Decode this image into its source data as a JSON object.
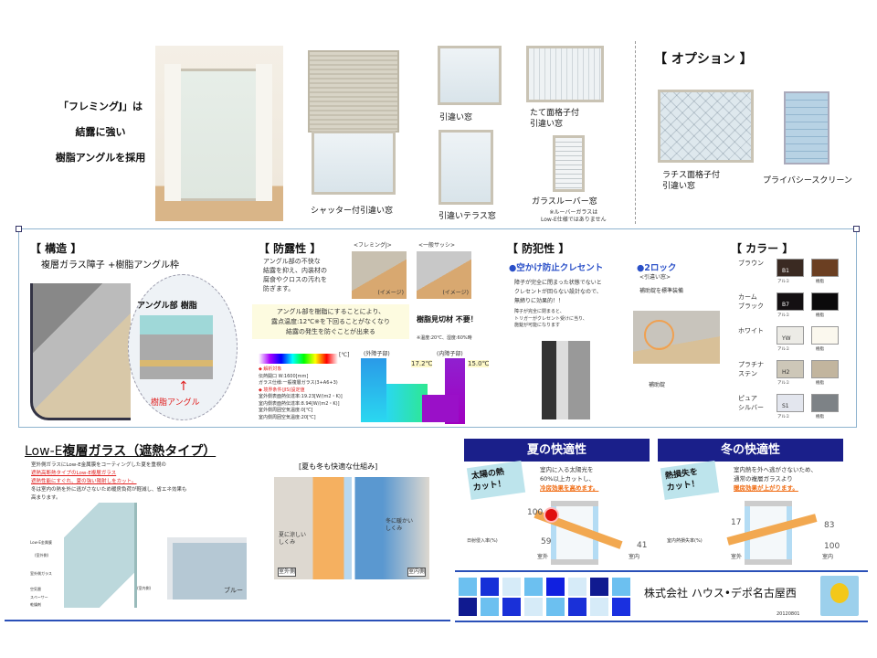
{
  "top": {
    "headline": [
      "「フレミングJ」は",
      "結露に強い",
      "樹脂アングルを採用"
    ],
    "products": [
      {
        "caption": "シャッター付引違い窓"
      },
      {
        "caption": "引違い窓"
      },
      {
        "lines": [
          "たて面格子付",
          "引違い窓"
        ]
      },
      {
        "caption": "引違いテラス窓"
      },
      {
        "caption": "ガラスルーバー窓",
        "note": [
          "※ルーバーガラスは",
          "Low-E仕様ではありません"
        ]
      }
    ],
    "options": {
      "title": "【 オプション 】",
      "items": [
        {
          "lines": [
            "ラチス面格子付",
            "引違い窓"
          ]
        },
        {
          "lines": [
            "プライバシースクリーン"
          ]
        }
      ]
    }
  },
  "structure": {
    "title": "【 構造 】",
    "subtitle": "複層ガラス障子 +樹脂アングル枠",
    "callout": "アングル部 樹脂",
    "arrow_label": "樹脂アングル"
  },
  "condensation": {
    "title": "【 防露性 】",
    "text": [
      "アングル部の不快な",
      "結露を抑え、内装材の",
      "腐食やクロスの汚れを",
      "防ぎます。"
    ],
    "compare": [
      {
        "label": "<フレミングJ>",
        "tag": "(イメージ)"
      },
      {
        "label": "<一般サッシ>",
        "tag": "(イメージ)"
      }
    ],
    "highlight": [
      "アングル部を樹脂にすることにより、",
      "露点温度:12℃※を下回ることがなくなり",
      "結露の発生を防ぐことが出来る"
    ],
    "no_need": "樹脂見切材 不要！",
    "note": "※温度:20℃、湿度:60%時",
    "scale_unit": "[℃]",
    "legend": [
      "◆ 解析対象",
      "伝熱開口 W:1600[mm]",
      "ガラス仕様:一般複層ガラス(3+A6+3)",
      "◆ 境界条件(JIS)設定値",
      "室外側表面熱伝達率:19.23[W/(m2・K)]",
      "室内側表面熱伝達率:8.94[W/(m2・K)]",
      "室外側周囲空気温度:0[℃]",
      "室内側周囲空気温度:20[℃]"
    ],
    "outer_label": "(外障子部)",
    "inner_label": "(内障子部)",
    "outer_temp": "17.2℃",
    "inner_temp": "15.0℃"
  },
  "security": {
    "title": "【 防犯性 】",
    "crescent_title": "●空かけ防止クレセント",
    "crescent_text": [
      "障子が完全に閉まった状態でないと",
      "クレセントが回らない設計なので、",
      "無締りに効果的！！"
    ],
    "crescent_sub": [
      "障子が完全に閉まると、",
      "トリガーがクレセント受けに当り、",
      "施錠が可能になります"
    ],
    "lock_title": "●2ロック",
    "lock_sub": "<引違い窓>",
    "lock_text": "補助錠を標準装備",
    "lock_label": "補助錠"
  },
  "colors": {
    "title": "【 カラー 】",
    "items": [
      {
        "name": [
          "ブラウン"
        ],
        "code": "B1",
        "alu": "#3a2a22",
        "resin": "#6b3f22",
        "alu_label": "アルミ",
        "resin_label": "樹脂"
      },
      {
        "name": [
          "カーム",
          "ブラック"
        ],
        "code": "B7",
        "alu": "#141012",
        "resin": "#0b0a0b",
        "alu_label": "アルミ",
        "resin_label": "樹脂"
      },
      {
        "name": [
          "ホワイト"
        ],
        "code": "YW",
        "alu": "#ecebe6",
        "resin": "#fbf8ee",
        "alu_label": "アルミ",
        "resin_label": "樹脂"
      },
      {
        "name": [
          "プラチナ",
          "ステン"
        ],
        "code": "H2",
        "alu": "#cdc7b8",
        "resin": "#c2b59e",
        "alu_label": "アルミ",
        "resin_label": "樹脂"
      },
      {
        "name": [
          "ピュア",
          "シルバー"
        ],
        "code": "S1",
        "alu": "#e3e6ee",
        "resin": "#7d8286",
        "alu_label": "アルミ",
        "resin_label": "樹脂"
      }
    ]
  },
  "lowe": {
    "title_latin": "Low-E",
    "title_jp": "複層ガラス（遮熱タイプ）",
    "text": [
      "室外側ガラスにLow-E金属膜をコーティングした夏を重視の",
      "遮熱高断熱タイプのLow-E複層ガラス",
      "遮熱性能にすぐれ、夏の強い陽射しをカット。",
      "冬は室内の熱を外に逃がさないため暖房負荷が軽減し、省エネ効果も",
      "高まります。"
    ],
    "diagram_labels": [
      "Low-E金属膜",
      "(室外側)",
      "室外側ガラス",
      "空気層",
      "スペーサー",
      "乾燥剤",
      "(室内側)"
    ],
    "sample_label": "ブルー",
    "mechanism_title": "[夏も冬も快適な仕組み]",
    "mechanism": {
      "summer": [
        "夏に涼しい",
        "しくみ"
      ],
      "winter": [
        "冬に暖かい",
        "しくみ"
      ],
      "outdoor": "室外側",
      "indoor": "室内側"
    }
  },
  "summer": {
    "header": "夏の快適性",
    "badge": [
      "太陽の熱",
      "カット！"
    ],
    "text": [
      "室内に入る太陽光を",
      "60%以上カットし、"
    ],
    "emph": "冷房効果を高めます。",
    "v_top": "100",
    "v_left": "59",
    "v_right": "41",
    "axis": "日射侵入率(%)",
    "out": "室外",
    "in": "室内"
  },
  "winter": {
    "header": "冬の快適性",
    "badge": [
      "熱損失を",
      "カット！"
    ],
    "text": [
      "室内熱を外へ逃がさないため、",
      "通常の複層ガラスより"
    ],
    "emph": "暖房効果が上がります。",
    "v_top": "17",
    "v_right_top": "83",
    "v_right": "100",
    "axis": "室内熱損失率(%)",
    "out": "室外",
    "in": "室内"
  },
  "footer": {
    "company": "株式会社 ハウス•デポ名古屋西",
    "date": "20120801",
    "squares": [
      "#6cc0f0",
      "#1530d8",
      "#d6ebf8",
      "#6cc0f0",
      "#1020e0",
      "#d6ebf8",
      "#101a90",
      "#6cc0f0",
      "#101a90",
      "#6cc0f0",
      "#1a30d8",
      "#d6ebf8",
      "#6cc0f0",
      "#1a30d8",
      "#d6ebf8",
      "#1a30e0"
    ]
  },
  "accent": "#1a1f8a"
}
